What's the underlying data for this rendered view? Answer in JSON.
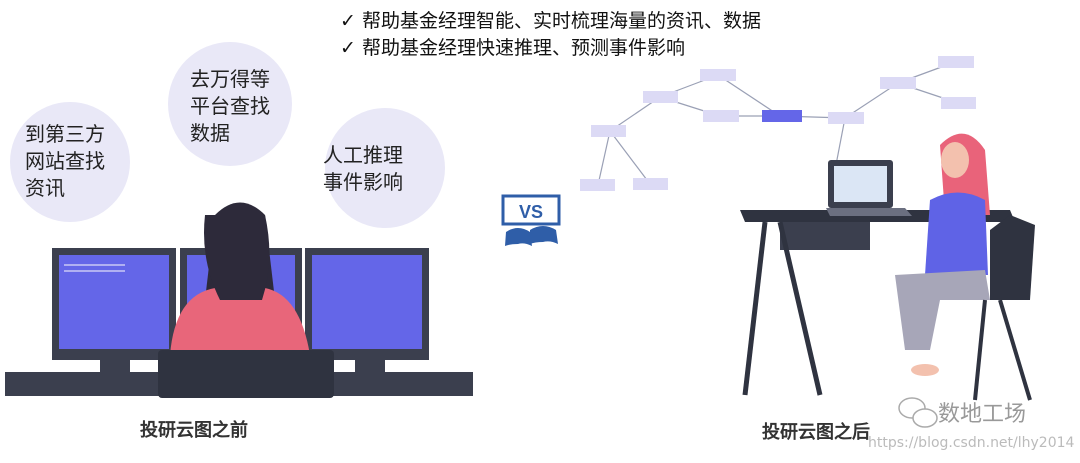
{
  "bullets": [
    "✓ 帮助基金经理智能、实时梳理海量的资讯、数据",
    "✓ 帮助基金经理快速推理、预测事件影响"
  ],
  "before": {
    "bubbles": [
      "到第三方\n网站查找\n资讯",
      "去万得等\n平台查找\n数据",
      "人工推理\n事件影响"
    ],
    "label": "投研云图之前"
  },
  "vs_icon": {
    "text": "VS",
    "icon": "vs-gamepad-icon",
    "color": "#2f5ea8"
  },
  "after": {
    "label": "投研云图之后"
  },
  "watermark": {
    "name": "数地工场",
    "url": "https://blog.csdn.net/lhy2014",
    "icon": "wechat-icon"
  },
  "colors": {
    "accent": "#6466e8",
    "bubble": "#e9e8f7",
    "node": "#dcdaf5",
    "hair_pink": "#e9637a"
  }
}
